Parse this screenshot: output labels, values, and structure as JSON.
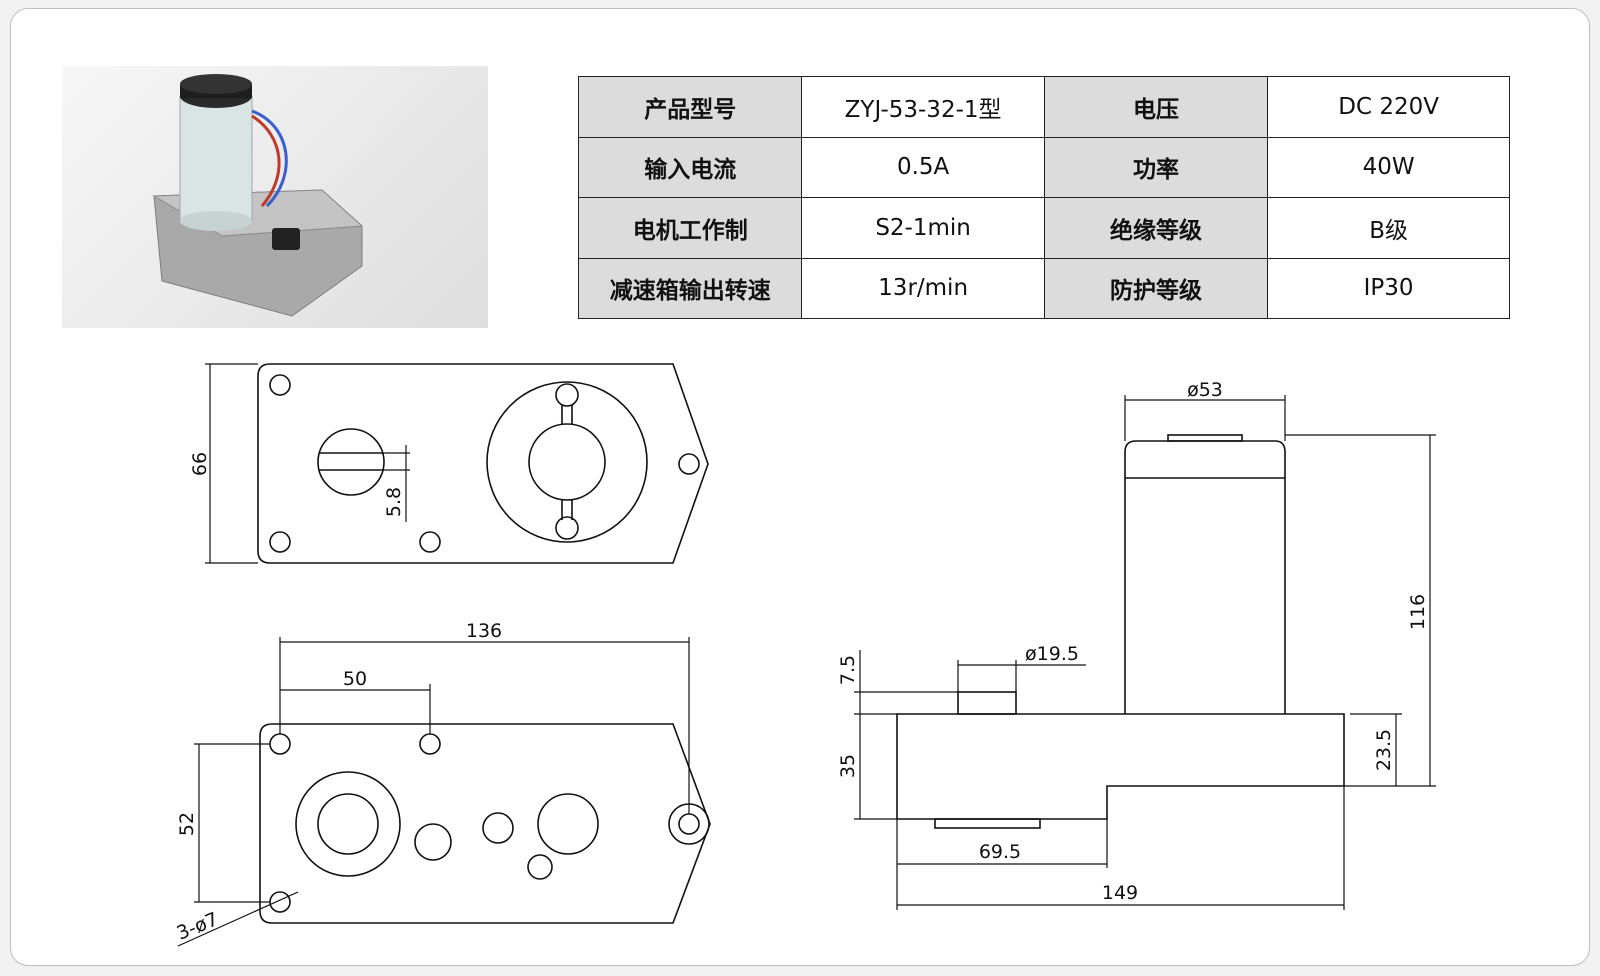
{
  "specs": [
    {
      "label1": "产品型号",
      "value1": "ZYJ-53-32-1型",
      "label2": "电压",
      "value2": "DC  220V"
    },
    {
      "label1": "输入电流",
      "value1": "0.5A",
      "label2": "功率",
      "value2": "40W"
    },
    {
      "label1": "电机工作制",
      "value1": "S2-1min",
      "label2": "绝缘等级",
      "value2": "B级"
    },
    {
      "label1": "减速箱输出转速",
      "value1": "13r/min",
      "label2": "防护等级",
      "value2": "IP30"
    }
  ],
  "dimensions": {
    "top_height": "66",
    "key_width": "5.8",
    "base_length": "136",
    "hole_spacing": "50",
    "hole_height": "52",
    "holes": "3-ø7",
    "motor_diameter": "ø53",
    "total_height": "116",
    "shaft_diameter": "ø19.5",
    "shaft_height": "7.5",
    "housing_height": "35",
    "step_height": "23.5",
    "output_offset": "69.5",
    "total_length": "149"
  },
  "colors": {
    "line": "#111111",
    "header_bg": "#dcdcdc",
    "frame": "#bdbdbd"
  }
}
